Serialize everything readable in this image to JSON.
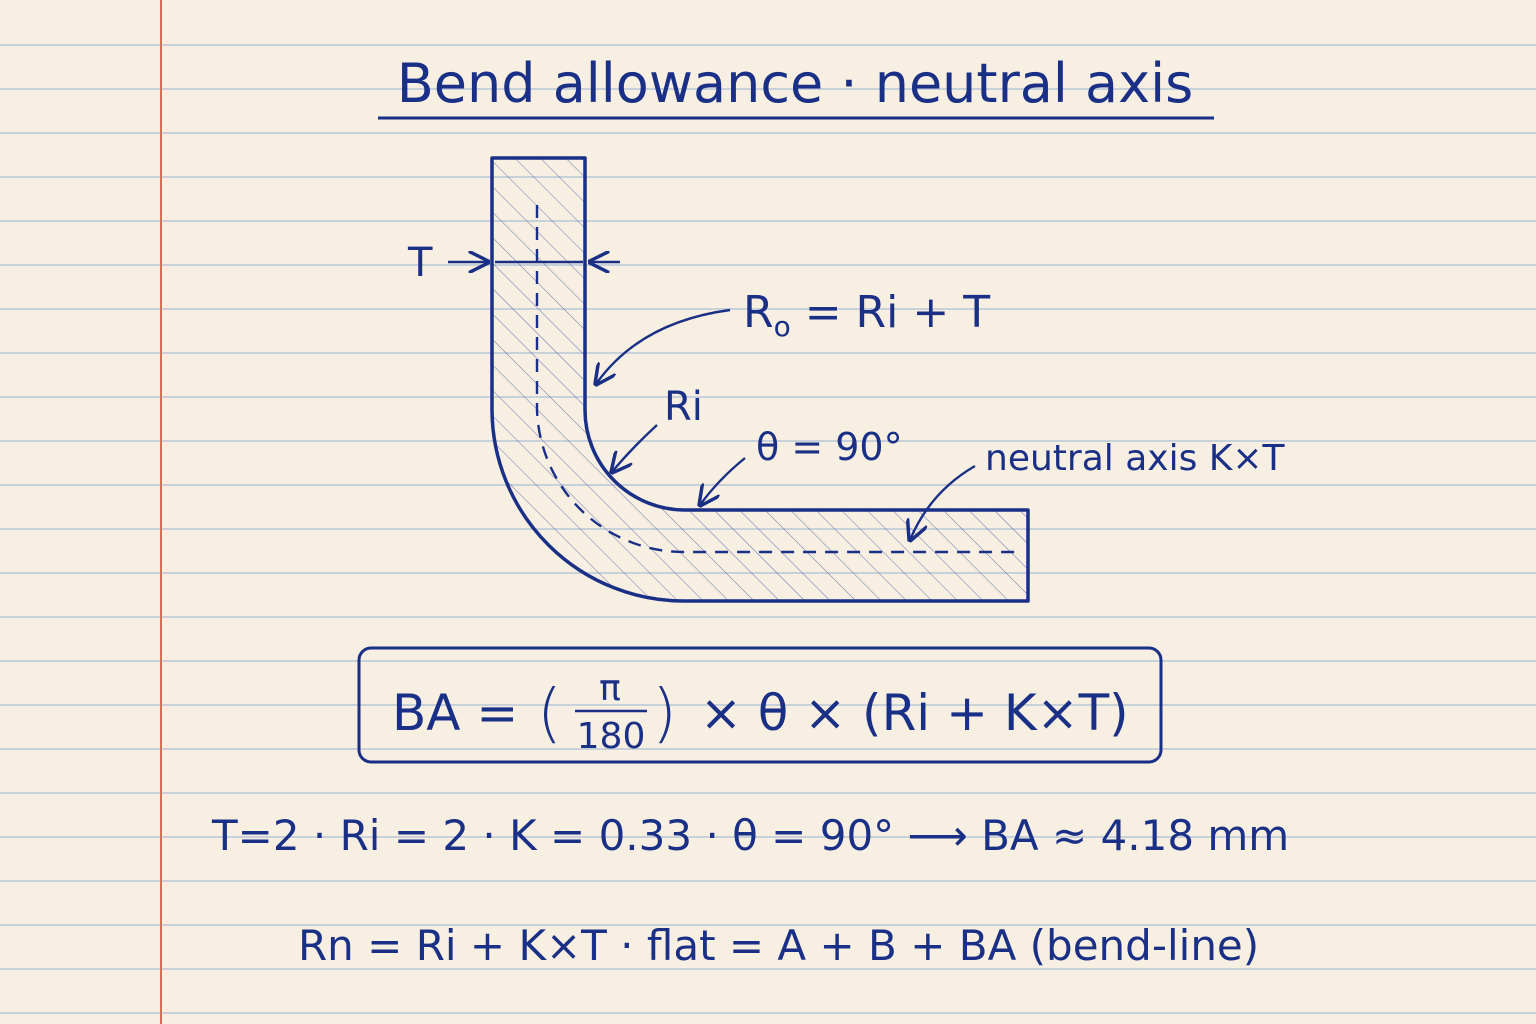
{
  "title": "Bend allowance · neutral axis",
  "labels": {
    "thickness": "T",
    "outer_radius": {
      "main": "R",
      "sub": "o",
      "rest": " = Ri + T"
    },
    "inner_radius": "Ri",
    "angle": "θ = 90°",
    "neutral_axis": "neutral axis K×T"
  },
  "formula": {
    "lhs": "BA =",
    "paren_open": "(",
    "numerator": "π",
    "denominator": "180",
    "paren_close": ")",
    "rest": "× θ × (Ri + K×T)"
  },
  "example_line": "T=2  ·  Ri = 2  ·  K = 0.33  ·  θ = 90°  ⟶  BA ≈ 4.18 mm",
  "summary_line": "Rn = Ri + K×T  ·  flat = A + B + BA  (bend-line)",
  "colors": {
    "ink": "#1a2f86",
    "paper": "#f7efe2",
    "rule_line": "#b9c5d8",
    "margin_line": "#e06a5a"
  }
}
